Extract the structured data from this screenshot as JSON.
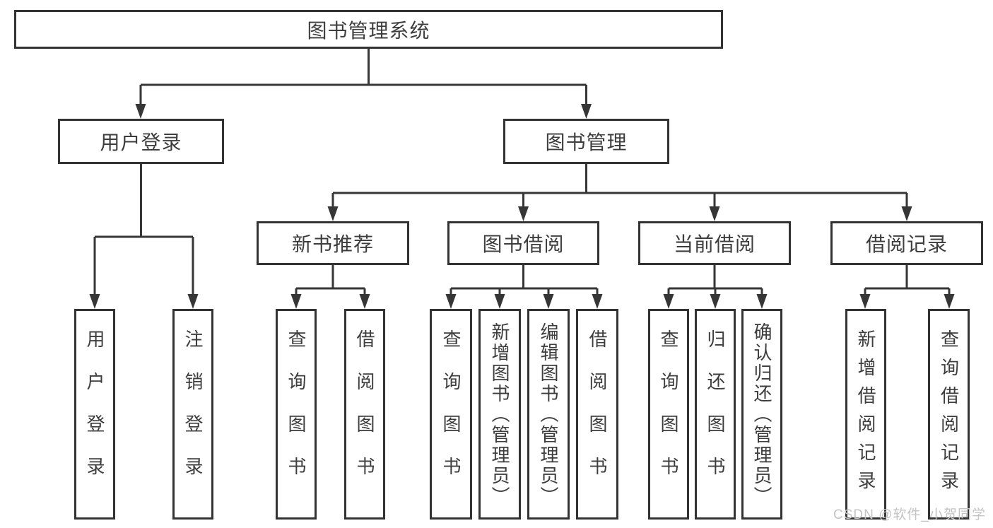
{
  "diagram": {
    "title": "图书管理系统",
    "level2": {
      "user_login": "用户登录",
      "book_management": "图书管理"
    },
    "level3": {
      "new_book_recommend": "新书推荐",
      "book_borrowing": "图书借阅",
      "current_borrowing": "当前借阅",
      "borrowing_records": "借阅记录"
    },
    "leaves": {
      "user": [
        "用户登录",
        "注销登录"
      ],
      "recommend": [
        "查询图书",
        "借阅图书"
      ],
      "borrow": [
        "查询图书",
        "新增图书（管理员）",
        "编辑图书（管理员）",
        "借阅图书"
      ],
      "current": [
        "查询图书",
        "归还图书",
        "确认归还（管理员）"
      ],
      "records": [
        "新增借阅记录",
        "查询借阅记录"
      ]
    },
    "colors": {
      "line": "#363636",
      "border": "#333333",
      "text": "#3d3d3d",
      "background": "#ffffff",
      "watermark": "#c3c3c3"
    },
    "watermark": "CSDN @软件_小贺同学"
  }
}
